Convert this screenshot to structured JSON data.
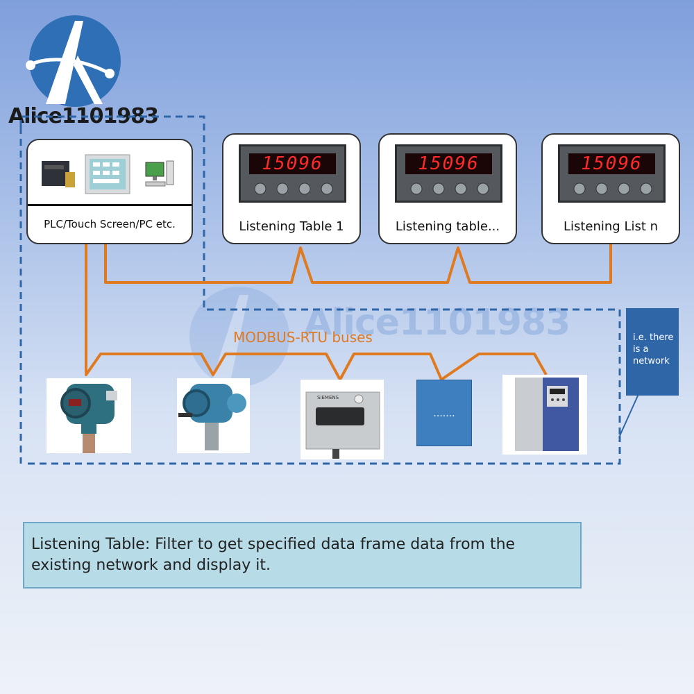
{
  "watermark": {
    "logo_text": "Alice1101983",
    "center_text": "Alice1101983"
  },
  "controller": {
    "label": "PLC/Touch Screen/PC etc."
  },
  "listening_tables": [
    {
      "label": "Listening Table 1",
      "display": "15096"
    },
    {
      "label": "Listening table...",
      "display": "15096"
    },
    {
      "label": "Listening List n",
      "display": "15096"
    }
  ],
  "bus": {
    "label": "MODBUS-RTU buses"
  },
  "callout": {
    "text": "i.e. there is a network"
  },
  "devices": [
    {
      "name": "pressure transmitter"
    },
    {
      "name": "pressure transmitter"
    },
    {
      "name": "SIEMENS",
      "brand": "SIEMENS"
    },
    {
      "name": "generic device",
      "placeholder": "......."
    },
    {
      "name": "frequency inverter"
    }
  ],
  "note": {
    "text": "Listening Table: Filter to get specified data frame data from the existing network and display it."
  },
  "colors": {
    "bus": "#e07a20",
    "dashed": "#2f66a8",
    "display_led": "#ff2a2a",
    "note_bg": "#b7dce8"
  }
}
